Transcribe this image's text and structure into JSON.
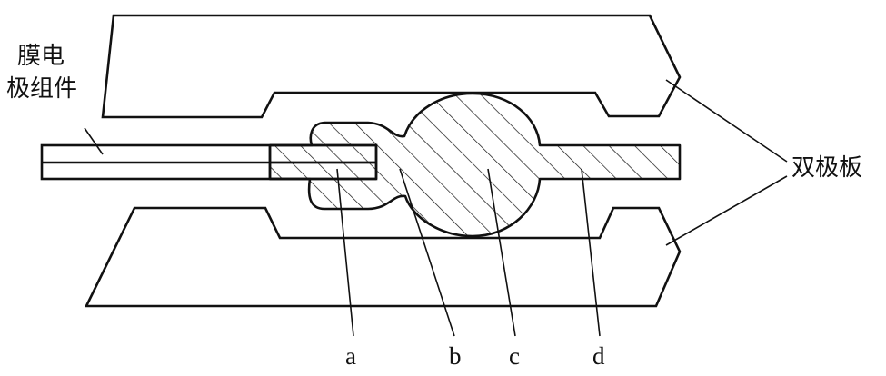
{
  "labels": {
    "membrane_assembly_line1": "膜电",
    "membrane_assembly_line2": "极组件",
    "bipolar_plate": "双极板",
    "a": "a",
    "b": "b",
    "c": "c",
    "d": "d"
  },
  "colors": {
    "stroke": "#111111",
    "background": "#ffffff"
  }
}
